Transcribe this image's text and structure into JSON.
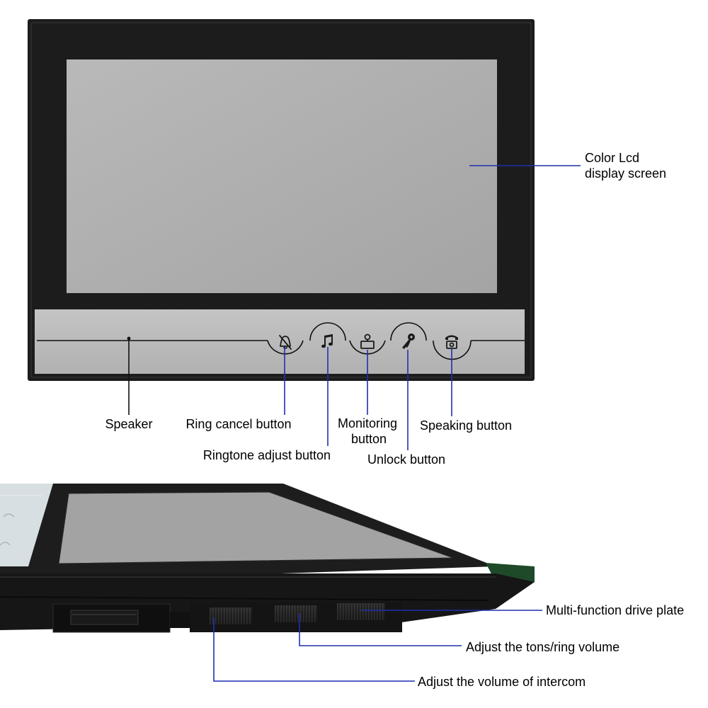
{
  "diagram": {
    "front_view": {
      "labels": {
        "lcd": [
          "Color Lcd",
          "display screen"
        ],
        "speaker": "Speaker",
        "ring_cancel": "Ring cancel button",
        "ringtone_adjust": "Ringtone adjust button",
        "monitoring": [
          "Monitoring",
          "button"
        ],
        "unlock": "Unlock button",
        "speaking": "Speaking button"
      },
      "buttons": [
        {
          "name": "ring-cancel-button",
          "icon": "bell-off-icon"
        },
        {
          "name": "ringtone-adjust-button",
          "icon": "music-note-icon"
        },
        {
          "name": "monitoring-button",
          "icon": "monitor-icon"
        },
        {
          "name": "unlock-button",
          "icon": "key-icon"
        },
        {
          "name": "speaking-button",
          "icon": "telephone-icon"
        }
      ]
    },
    "bottom_view": {
      "labels": {
        "drive_plate": "Multi-function drive plate",
        "ring_volume": "Adjust the tons/ring volume",
        "intercom_volume": "Adjust the volume of intercom"
      }
    },
    "colors": {
      "leader": "#1f2fb0",
      "bezel": "#1c1c1c",
      "screen": "#acacac",
      "panel": "#b8b8b8",
      "green_accent": "#1f4a2a"
    }
  }
}
